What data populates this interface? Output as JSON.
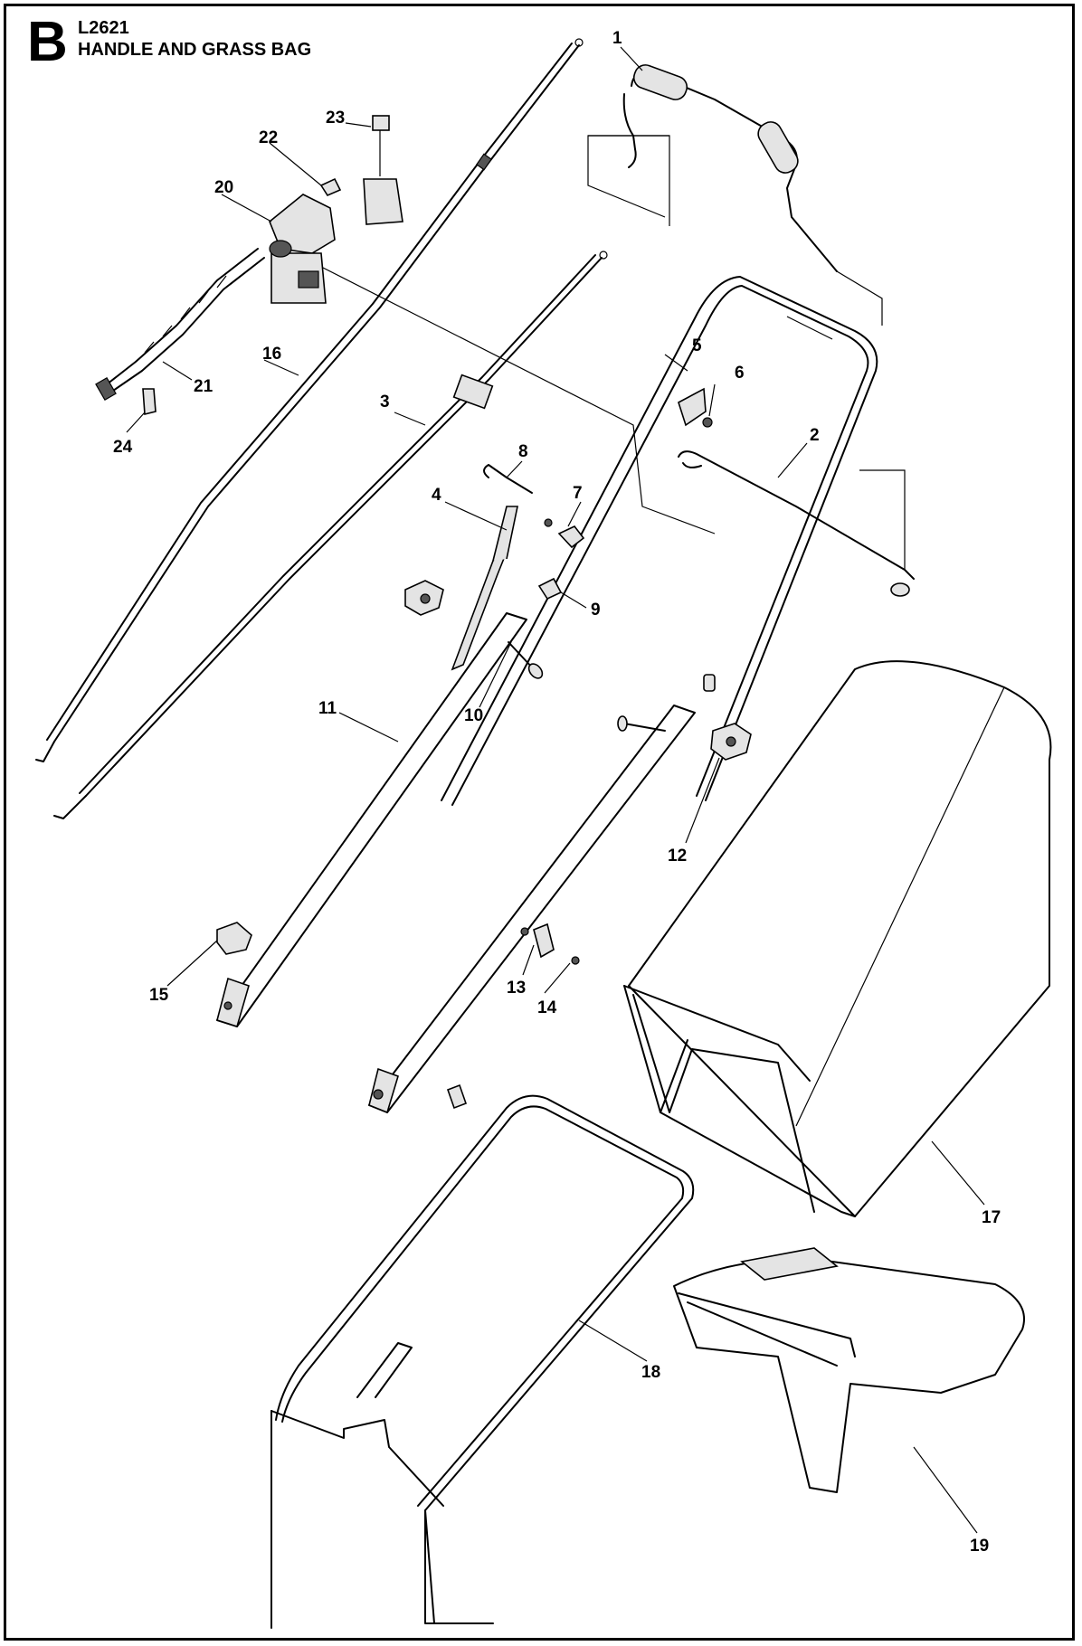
{
  "header": {
    "section_letter": "B",
    "model": "L2621",
    "title": "HANDLE AND GRASS BAG"
  },
  "callouts": [
    {
      "id": "1",
      "label": "1"
    },
    {
      "id": "2",
      "label": "2"
    },
    {
      "id": "3",
      "label": "3"
    },
    {
      "id": "4",
      "label": "4"
    },
    {
      "id": "5",
      "label": "5"
    },
    {
      "id": "6",
      "label": "6"
    },
    {
      "id": "7",
      "label": "7"
    },
    {
      "id": "8",
      "label": "8"
    },
    {
      "id": "9",
      "label": "9"
    },
    {
      "id": "10",
      "label": "10"
    },
    {
      "id": "11",
      "label": "11"
    },
    {
      "id": "12",
      "label": "12"
    },
    {
      "id": "13",
      "label": "13"
    },
    {
      "id": "14",
      "label": "14"
    },
    {
      "id": "15",
      "label": "15"
    },
    {
      "id": "16",
      "label": "16"
    },
    {
      "id": "17",
      "label": "17"
    },
    {
      "id": "18",
      "label": "18"
    },
    {
      "id": "19",
      "label": "19"
    },
    {
      "id": "20",
      "label": "20"
    },
    {
      "id": "21",
      "label": "21"
    },
    {
      "id": "22",
      "label": "22"
    },
    {
      "id": "23",
      "label": "23"
    },
    {
      "id": "24",
      "label": "24"
    }
  ]
}
